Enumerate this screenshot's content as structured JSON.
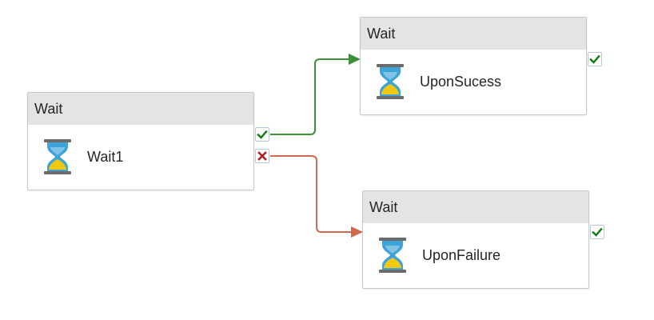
{
  "colors": {
    "success": "#3e8e3a",
    "failure": "#d06a4e",
    "check": "#107c10",
    "cross": "#a4262c",
    "header": "#e4e4e4",
    "hourglass_frame": "#6b6b6b",
    "hourglass_glass": "#3da3d9",
    "hourglass_sand": "#f2c811"
  },
  "activities": [
    {
      "type": "Wait",
      "name": "Wait1",
      "icon": "hourglass-icon"
    },
    {
      "type": "Wait",
      "name": "UponSucess",
      "icon": "hourglass-icon"
    },
    {
      "type": "Wait",
      "name": "UponFailure",
      "icon": "hourglass-icon"
    }
  ],
  "ports": {
    "success": "check-icon",
    "failure": "cross-icon"
  },
  "connectors": [
    {
      "from": "Wait1",
      "to": "UponSucess",
      "condition": "Succeeded"
    },
    {
      "from": "Wait1",
      "to": "UponFailure",
      "condition": "Failed"
    }
  ]
}
